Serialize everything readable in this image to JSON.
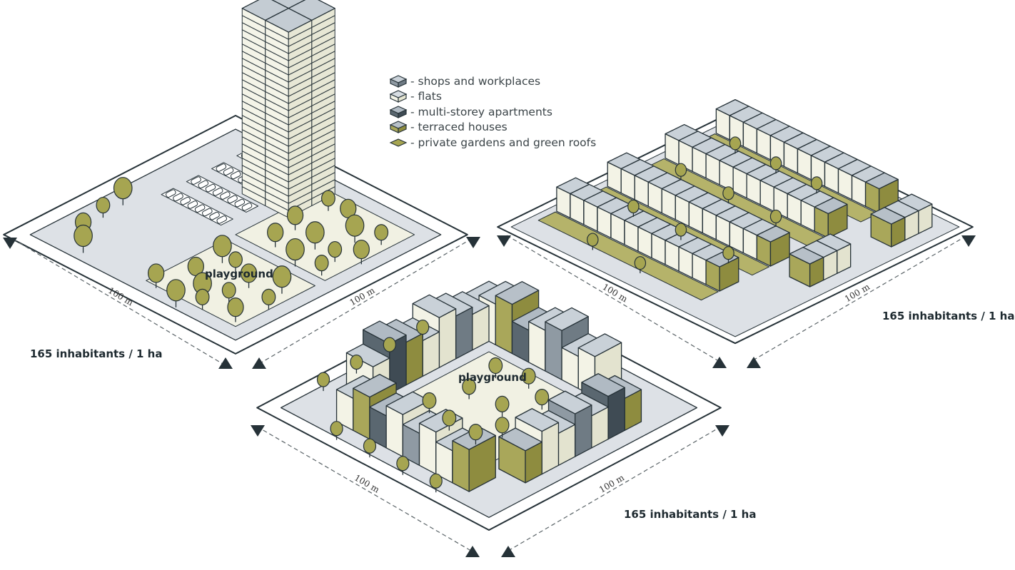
{
  "legend": [
    {
      "label": "- shops and workplaces",
      "swatch": "shops"
    },
    {
      "label": "- flats",
      "swatch": "flats"
    },
    {
      "label": "- multi-storey apartments",
      "swatch": "multi"
    },
    {
      "label": "- terraced houses",
      "swatch": "terraced"
    },
    {
      "label": "- private gardens and green roofs",
      "swatch": "gardens"
    }
  ],
  "colors": {
    "outline": "#263238",
    "shops": "#a7b3bd",
    "flats": "#f2f2e3",
    "multi": "#4f5d67",
    "terraced": "#b5b36a",
    "green": "#c8c98d",
    "tree": "#a6a551",
    "ground": "#f1f1e3",
    "plaza": "#dde1e6"
  },
  "blocks": [
    {
      "name": "tower-block",
      "density": "165 inhabitants / 1 ha",
      "dimension_left": "100 m",
      "dimension_right": "100 m",
      "playground": "playground"
    },
    {
      "name": "terraced-block",
      "density": "165 inhabitants / 1 ha",
      "dimension_left": "100 m",
      "dimension_right": "100 m"
    },
    {
      "name": "perimeter-block",
      "density": "165 inhabitants / 1 ha",
      "dimension_left": "100 m",
      "dimension_right": "100 m",
      "playground": "playground"
    }
  ]
}
